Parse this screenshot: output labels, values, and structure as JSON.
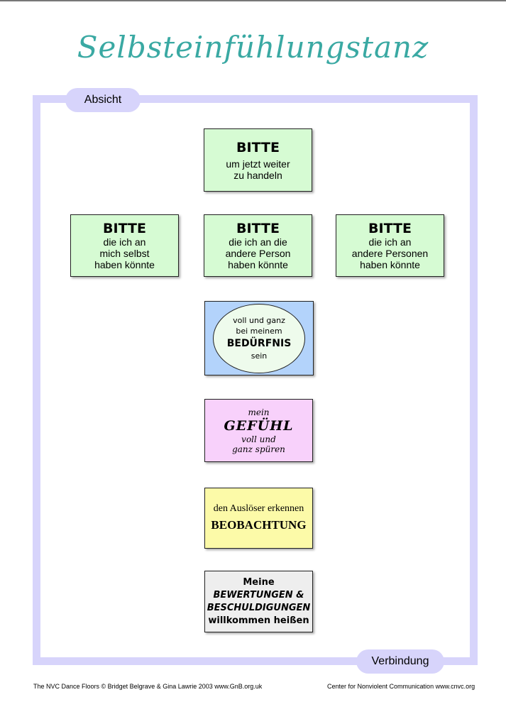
{
  "title": "Selbsteinfühlungstanz",
  "labels": {
    "intention": "Absicht",
    "connection": "Verbindung"
  },
  "requests": {
    "top": {
      "heading": "BITTE",
      "line1": "um jetzt weiter",
      "line2": "zu handeln"
    },
    "self": {
      "heading": "BITTE",
      "line1": "die ich an",
      "line2": "mich selbst",
      "line3": "haben könnte"
    },
    "other": {
      "heading": "BITTE",
      "line1": "die ich an die",
      "line2": "andere Person",
      "line3": "haben könnte"
    },
    "others": {
      "heading": "BITTE",
      "line1": "die ich an",
      "line2": "andere Personen",
      "line3": "haben könnte"
    }
  },
  "need": {
    "line1": "voll und ganz",
    "line2": "bei meinem",
    "heading": "BEDÜRFNIS",
    "line3": "sein"
  },
  "feeling": {
    "line1": "mein",
    "heading": "GEFÜHL",
    "line2": "voll und",
    "line3": "ganz spüren"
  },
  "observation": {
    "line1": "den Auslöser erkennen",
    "heading": "BEOBACHTUNG"
  },
  "judgments": {
    "line1": "Meine",
    "line2": "BEWERTUNGEN &",
    "line3": "BESCHULDIGUNGEN",
    "line4": "willkommen heißen"
  },
  "footer": {
    "left": "The NVC Dance Floors © Bridget Belgrave & Gina Lawrie 2003     www.GnB.org.uk",
    "right": "Center for Nonviolent Communication     www.cnvc.org"
  },
  "colors": {
    "title": "#3aa9a3",
    "frame": "#d7d4fb",
    "request_box": "#d6fbd3",
    "need_box": "#b3d3fb",
    "feeling_box": "#f8d1fb",
    "observation_box": "#fcfaa8",
    "judgment_box": "#eeeeee"
  }
}
